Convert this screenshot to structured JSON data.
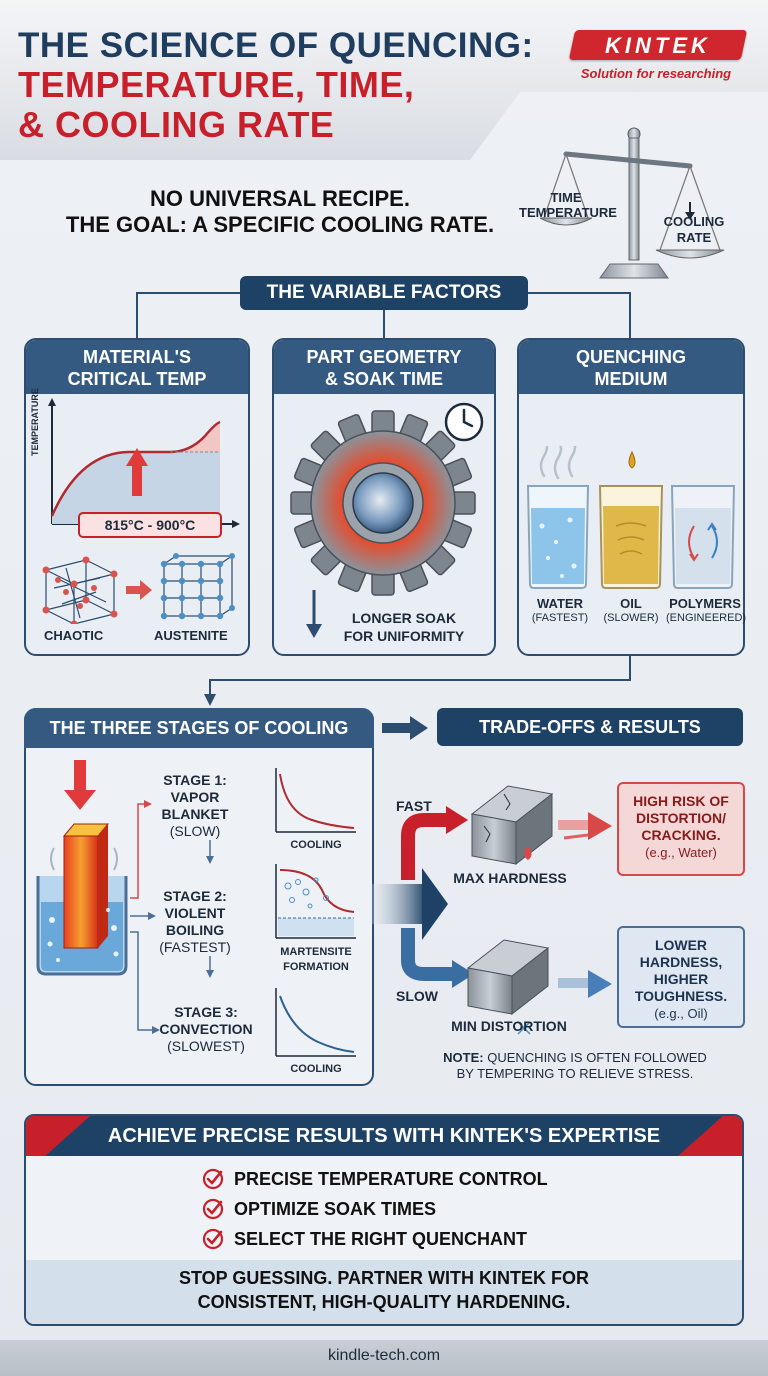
{
  "header": {
    "title_line1": "THE SCIENCE OF QUENCING:",
    "title_line2": "TEMPERATURE, TIME,",
    "title_line3": "& COOLING RATE",
    "logo": "KINTEK",
    "logo_tagline": "Solution for researching"
  },
  "intro": {
    "line1": "NO UNIVERSAL RECIPE.",
    "line2": "THE GOAL: A SPECIFIC COOLING RATE."
  },
  "scale": {
    "left_label1": "TIME",
    "left_label2": "TEMPERATURE",
    "right_label1": "COOLING",
    "right_label2": "RATE"
  },
  "variable_factors": {
    "title": "THE VARIABLE FACTORS",
    "card1": {
      "title_line1": "MATERIAL'S",
      "title_line2": "CRITICAL TEMP",
      "axis_label": "TEMPERATURE",
      "temp_range": "815°C - 900°C",
      "left_structure": "CHAOTIC",
      "right_structure": "AUSTENITE"
    },
    "card2": {
      "title_line1": "PART GEOMETRY",
      "title_line2": "& SOAK TIME",
      "caption_line1": "LONGER SOAK",
      "caption_line2": "FOR UNIFORMITY"
    },
    "card3": {
      "title_line1": "QUENCHING",
      "title_line2": "MEDIUM",
      "media": [
        {
          "name": "WATER",
          "note": "(FASTEST)"
        },
        {
          "name": "OIL",
          "note": "(SLOWER)"
        },
        {
          "name": "POLYMERS",
          "note": "(ENGINEERED)"
        }
      ]
    }
  },
  "stages": {
    "title": "THE THREE STAGES OF COOLING",
    "stage1": {
      "l1": "STAGE 1:",
      "l2": "VAPOR",
      "l3": "BLANKET",
      "l4": "(SLOW)",
      "graph_label": "COOLING"
    },
    "stage2": {
      "l1": "STAGE 2:",
      "l2": "VIOLENT",
      "l3": "BOILING",
      "l4": "(FASTEST)",
      "graph_label1": "MARTENSITE",
      "graph_label2": "FORMATION"
    },
    "stage3": {
      "l1": "STAGE 3:",
      "l2": "CONVECTION",
      "l3": "(SLOWEST)",
      "graph_label": "COOLING"
    }
  },
  "tradeoffs": {
    "title": "TRADE-OFFS & RESULTS",
    "fast_label": "FAST",
    "slow_label": "SLOW",
    "fast_result": "MAX HARDNESS",
    "slow_result": "MIN DISTORTION",
    "fast_box": {
      "l1": "HIGH RISK OF",
      "l2": "DISTORTION/",
      "l3": "CRACKING.",
      "eg": "(e.g., Water)"
    },
    "slow_box": {
      "l1": "LOWER",
      "l2": "HARDNESS,",
      "l3": "HIGHER",
      "l4": "TOUGHNESS.",
      "eg": "(e.g., Oil)"
    },
    "note_bold": "NOTE:",
    "note_l1": " QUENCHING IS OFTEN FOLLOWED",
    "note_l2": "BY TEMPERING TO RELIEVE STRESS."
  },
  "bottom": {
    "title": "ACHIEVE PRECISE RESULTS WITH KINTEK'S EXPERTISE",
    "checks": [
      "PRECISE TEMPERATURE CONTROL",
      "OPTIMIZE SOAK TIMES",
      "SELECT THE RIGHT QUENCHANT"
    ],
    "cta_line1": "STOP GUESSING. PARTNER WITH KINTEK FOR",
    "cta_line2": "CONSISTENT, HIGH-QUALITY HARDENING."
  },
  "footer": {
    "url": "kindle-tech.com"
  },
  "colors": {
    "navy": "#1e4266",
    "red": "#c8202a",
    "card_head": "#355a82"
  }
}
